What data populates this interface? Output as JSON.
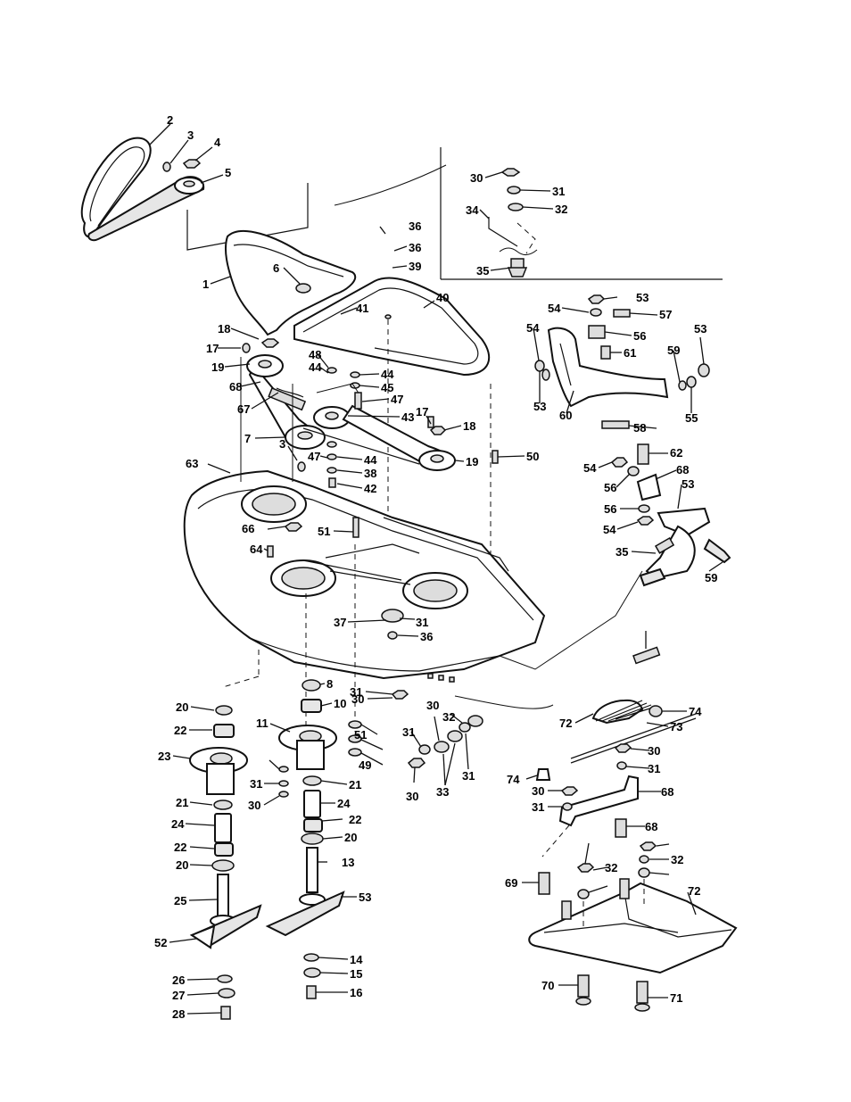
{
  "diagram": {
    "callouts": [
      "1",
      "2",
      "3",
      "3",
      "4",
      "5",
      "6",
      "7",
      "8",
      "10",
      "11",
      "13",
      "14",
      "15",
      "16",
      "17",
      "17",
      "18",
      "18",
      "19",
      "19",
      "20",
      "20",
      "20",
      "21",
      "21",
      "22",
      "22",
      "22",
      "23",
      "24",
      "24",
      "25",
      "26",
      "27",
      "28",
      "30",
      "30",
      "30",
      "30",
      "30",
      "30",
      "30",
      "31",
      "31",
      "31",
      "31",
      "31",
      "31",
      "31",
      "31",
      "32",
      "32",
      "32",
      "32",
      "33",
      "34",
      "34",
      "35",
      "35",
      "36",
      "36",
      "36",
      "37",
      "38",
      "39",
      "40",
      "41",
      "42",
      "43",
      "44",
      "44",
      "44",
      "45",
      "47",
      "47",
      "48",
      "49",
      "50",
      "51",
      "51",
      "52",
      "53",
      "53",
      "53",
      "53",
      "53",
      "54",
      "54",
      "54",
      "54",
      "55",
      "56",
      "56",
      "56",
      "57",
      "58",
      "59",
      "59",
      "60",
      "61",
      "62",
      "63",
      "64",
      "66",
      "67",
      "68",
      "68",
      "68",
      "68",
      "69",
      "70",
      "71",
      "72",
      "72",
      "73",
      "74",
      "74"
    ]
  }
}
